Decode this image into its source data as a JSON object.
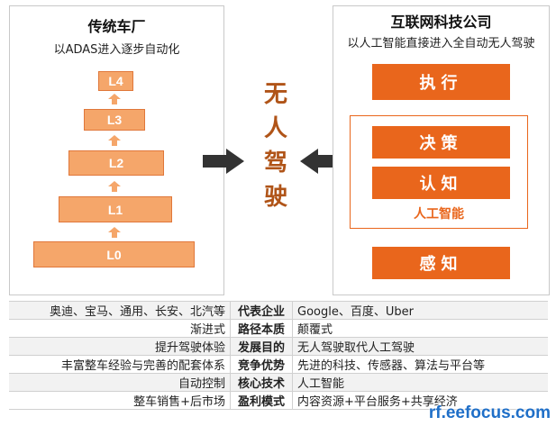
{
  "left_panel": {
    "title": "传统车厂",
    "subtitle": "以ADAS进入逐步自动化",
    "levels": [
      "L0",
      "L1",
      "L2",
      "L3",
      "L4"
    ]
  },
  "center": {
    "text": "无人驾驶"
  },
  "right_panel": {
    "title": "互联网科技公司",
    "subtitle": "以人工智能直接进入全自动无人驾驶",
    "boxes": {
      "execute": "执行",
      "decide": "决策",
      "perceive_cognize": "认知",
      "ai_label": "人工智能",
      "sense": "感知"
    }
  },
  "table": {
    "rows": [
      {
        "left": "奥迪、宝马、通用、长安、北汽等",
        "mid": "代表企业",
        "right": "Google、百度、Uber"
      },
      {
        "left": "渐进式",
        "mid": "路径本质",
        "right": "颠覆式"
      },
      {
        "left": "提升驾驶体验",
        "mid": "发展目的",
        "right": "无人驾驶取代人工驾驶"
      },
      {
        "left": "丰富整车经验与完善的配套体系",
        "mid": "竞争优势",
        "right": "先进的科技、传感器、算法与平台等"
      },
      {
        "left": "自动控制",
        "mid": "核心技术",
        "right": "人工智能"
      },
      {
        "left": "整车销售+后市场",
        "mid": "盈利模式",
        "right": "内容资源+平台服务+共享经济"
      }
    ]
  },
  "watermark": "rf.eefocus.com",
  "colors": {
    "level_fill": "#f5a66a",
    "orange": "#e9661c",
    "center_text": "#b05418",
    "arrow": "#333333"
  }
}
